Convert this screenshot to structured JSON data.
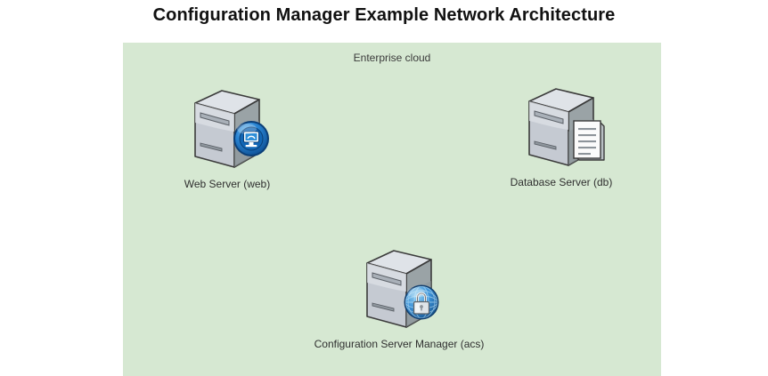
{
  "page": {
    "title": "Configuration Manager Example Network Architecture",
    "background_color": "#ffffff"
  },
  "cloud": {
    "label": "Enterprise cloud",
    "fill_color": "#d6e8d2"
  },
  "nodes": [
    {
      "id": "web",
      "caption": "Web Server (web)",
      "icon": "server-tower-icon",
      "badge": "web-monitor-badge-icon",
      "badge_color": "#1b6fc4"
    },
    {
      "id": "db",
      "caption": "Database Server (db)",
      "icon": "server-tower-icon",
      "badge": "document-sheet-badge-icon",
      "badge_color": "#f2f2f2"
    },
    {
      "id": "acs",
      "caption": "Configuration Server Manager (acs)",
      "icon": "server-tower-icon",
      "badge": "globe-padlock-badge-icon",
      "badge_color": "#2e86d0"
    }
  ],
  "colors": {
    "server_front": "#c5cad2",
    "server_side": "#9aa3a6",
    "server_top": "#dfe3e8",
    "server_outline": "#3b3b3b"
  }
}
